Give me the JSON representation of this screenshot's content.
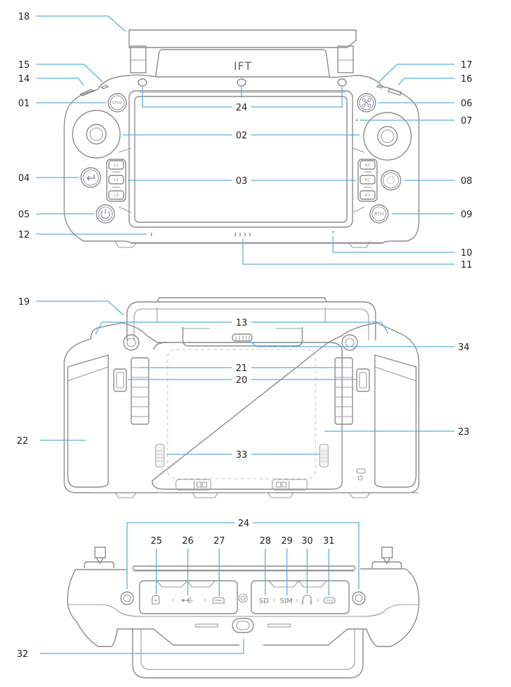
{
  "figure": {
    "title": "Remote controller component diagram",
    "brand_logo": "IFT",
    "views": [
      "front",
      "back",
      "bottom"
    ]
  },
  "button_text": {
    "stop": "STOP",
    "rth": "RTH",
    "l1": "L1",
    "l2": "L2",
    "l3": "L3",
    "r1": "R1",
    "r2": "R2",
    "r3": "R3"
  },
  "port_labels": {
    "sd": "SD",
    "sim": "SIM"
  },
  "callouts": {
    "c01": "01",
    "c02": "02",
    "c03": "03",
    "c04": "04",
    "c05": "05",
    "c06": "06",
    "c07": "07",
    "c08": "08",
    "c09": "09",
    "c10": "10",
    "c11": "11",
    "c12": "12",
    "c13": "13",
    "c14": "14",
    "c15": "15",
    "c16": "16",
    "c17": "17",
    "c18": "18",
    "c19": "19",
    "c20": "20",
    "c21": "21",
    "c22": "22",
    "c23": "23",
    "c24_front": "24",
    "c24_bottom": "24",
    "c25": "25",
    "c26": "26",
    "c27": "27",
    "c28": "28",
    "c29": "29",
    "c30": "30",
    "c31": "31",
    "c32": "32",
    "c33": "33",
    "c34": "34"
  },
  "icons": {
    "ports": [
      "usb-b-port-icon",
      "usb-icon",
      "hdmi-port-icon",
      "sd-slot",
      "sim-slot",
      "headphone-icon",
      "battery-icon"
    ],
    "buttons": [
      "stop-button",
      "back-arrow-icon",
      "power-icon",
      "drone-icon",
      "camera-dial-icon",
      "rth-button"
    ]
  },
  "colors": {
    "leader": "#5aaede",
    "outline": "#8c8c8c",
    "text": "#222222"
  }
}
